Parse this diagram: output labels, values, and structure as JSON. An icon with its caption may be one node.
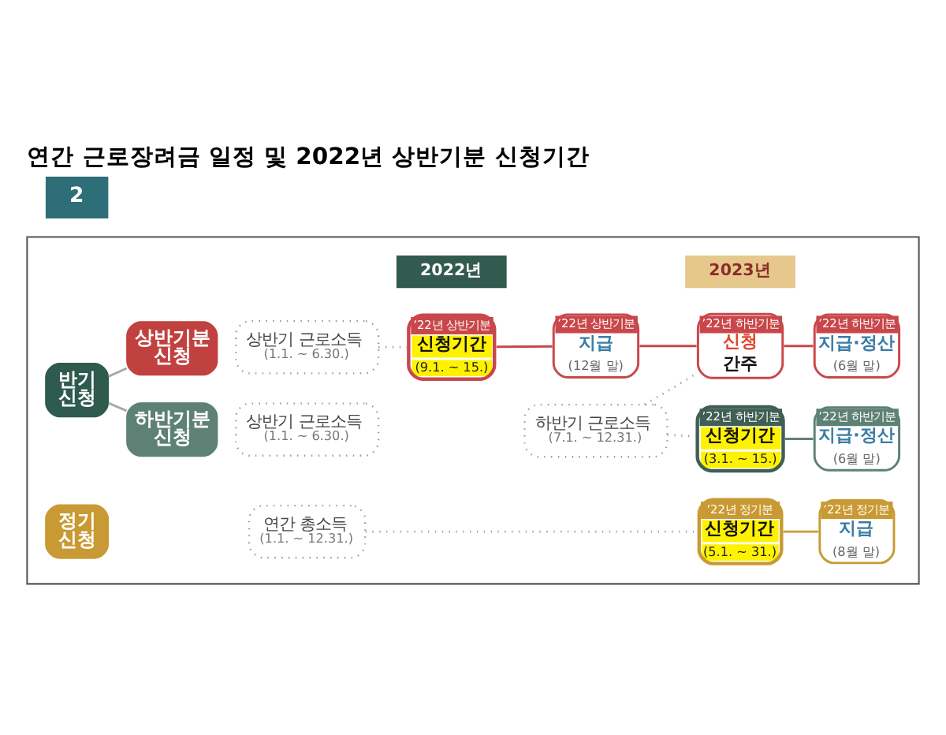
{
  "diagram": {
    "title": "연간 근로장려금 일정 및 2022년 상반기분 신청기간",
    "nodes": [
      {
        "text": [],
        "shape": "box"
      },
      {
        "text": [
          "2022년"
        ],
        "in": 0
      },
      {
        "text": [
          "2023년"
        ],
        "in": 0
      },
      {
        "text": [
          "반기 신청"
        ],
        "in": 0
      },
      {
        "text": [
          "상반기분 신청"
        ],
        "in": 0
      },
      {
        "text": [
          "상반기 근로소득",
          "(1.1. ~ 6.30.)"
        ],
        "in": 0
      },
      {
        "text": [
          "’22년 상반기분",
          "신청기간",
          "(9.1. ~ 15.)"
        ],
        "in": 0
      },
      {
        "text": [
          "’22년 상반기분",
          "지급",
          "(12월 말)"
        ],
        "in": 0
      },
      {
        "text": [
          "’22년 하반기분",
          "신청",
          "간주"
        ],
        "in": 0
      },
      {
        "text": [
          "’22년 하반기분",
          "지급·정산",
          "(6월 말)"
        ],
        "in": 0
      },
      {
        "text": [
          "하반기분 신청"
        ],
        "in": 0
      },
      {
        "text": [
          "상반기 근로소득",
          "(1.1. ~ 6.30.)"
        ],
        "in": 0
      },
      {
        "text": [
          "하반기 근로소득",
          "(7.1. ~ 12.31.)"
        ],
        "in": 0
      },
      {
        "text": [
          "’22년 하반기분",
          "신청기간",
          "(3.1. ~ 15.)"
        ],
        "in": 0
      },
      {
        "text": [
          "’22년 하반기분",
          "지급·정산",
          "(6월 말)"
        ],
        "in": 0
      },
      {
        "text": [
          "정기 신청"
        ],
        "in": 0
      },
      {
        "text": [
          "연간 총소득",
          "(1.1. ~ 12.31.)"
        ],
        "in": 0
      },
      {
        "text": [
          "’22년 정기분",
          "신청기간",
          "(5.1. ~ 31.)"
        ],
        "in": 0
      },
      {
        "text": [
          "’22년 정기분",
          "지급",
          "(8월 말)"
        ],
        "in": 0
      }
    ],
    "edges": [
      {
        "from": 3,
        "to": 4,
        "arrow": "none"
      },
      {
        "from": 3,
        "to": 10,
        "arrow": "none"
      },
      {
        "from": 5,
        "to": 6,
        "arrow": "none",
        "style": "dashed"
      },
      {
        "from": 6,
        "to": 7,
        "arrow": "none",
        "color": "#c9474a"
      },
      {
        "from": 7,
        "to": 8,
        "arrow": "none",
        "color": "#c9474a"
      },
      {
        "from": 8,
        "to": 9,
        "arrow": "none",
        "color": "#c9474a"
      },
      {
        "from": 12,
        "to": 8,
        "arrow": "none",
        "style": "dashed"
      },
      {
        "from": 12,
        "to": 13,
        "arrow": "none",
        "style": "dashed"
      },
      {
        "from": 13,
        "to": 14,
        "arrow": "none",
        "color": "#5e8176"
      },
      {
        "from": 16,
        "to": 17,
        "arrow": "none",
        "style": "dashed"
      },
      {
        "from": 17,
        "to": 18,
        "arrow": "none",
        "color": "#c99a33"
      }
    ],
    "labels": [
      "2"
    ]
  }
}
